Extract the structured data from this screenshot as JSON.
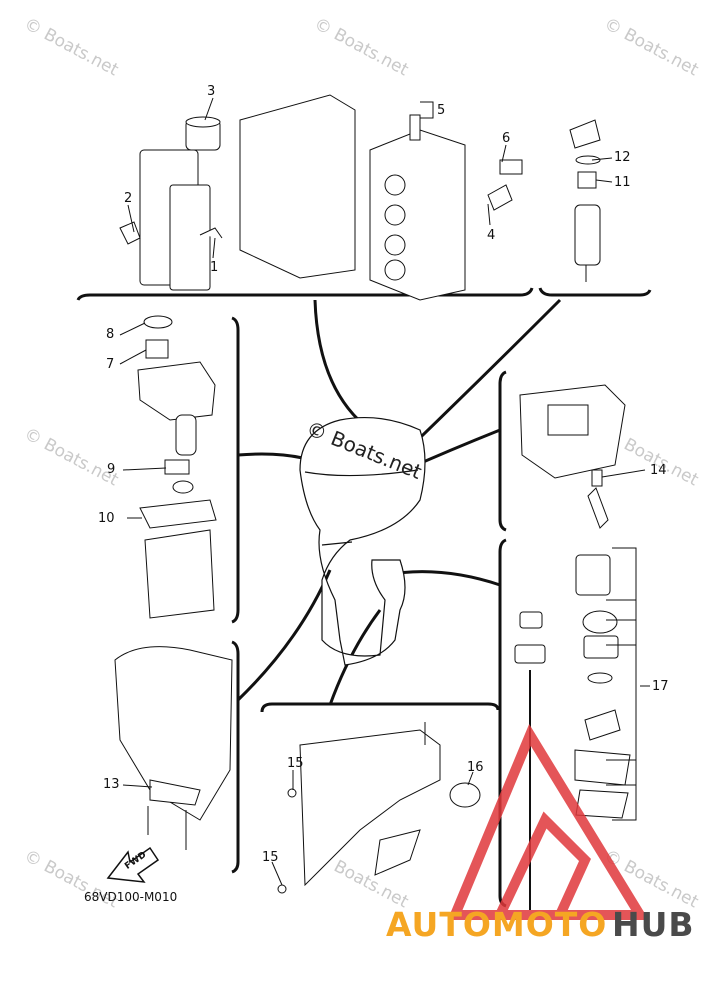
{
  "watermark": {
    "text": "© Boats.net"
  },
  "callouts": {
    "c1": "1",
    "c2": "2",
    "c3": "3",
    "c4": "4",
    "c5": "5",
    "c6": "6",
    "c7": "7",
    "c8": "8",
    "c9": "9",
    "c10": "10",
    "c11": "11",
    "c12": "12",
    "c13": "13",
    "c14": "14",
    "c15a": "15",
    "c15b": "15",
    "c16": "16",
    "c17": "17"
  },
  "diagram_code": "68VD100-M010",
  "fwd_label": "FWD",
  "logo": {
    "part1": "AUTOMOTO",
    "part2": "HUB",
    "color1": "#f5a623",
    "color2": "#4a4a4a",
    "triangle_color": "#e0383b"
  }
}
